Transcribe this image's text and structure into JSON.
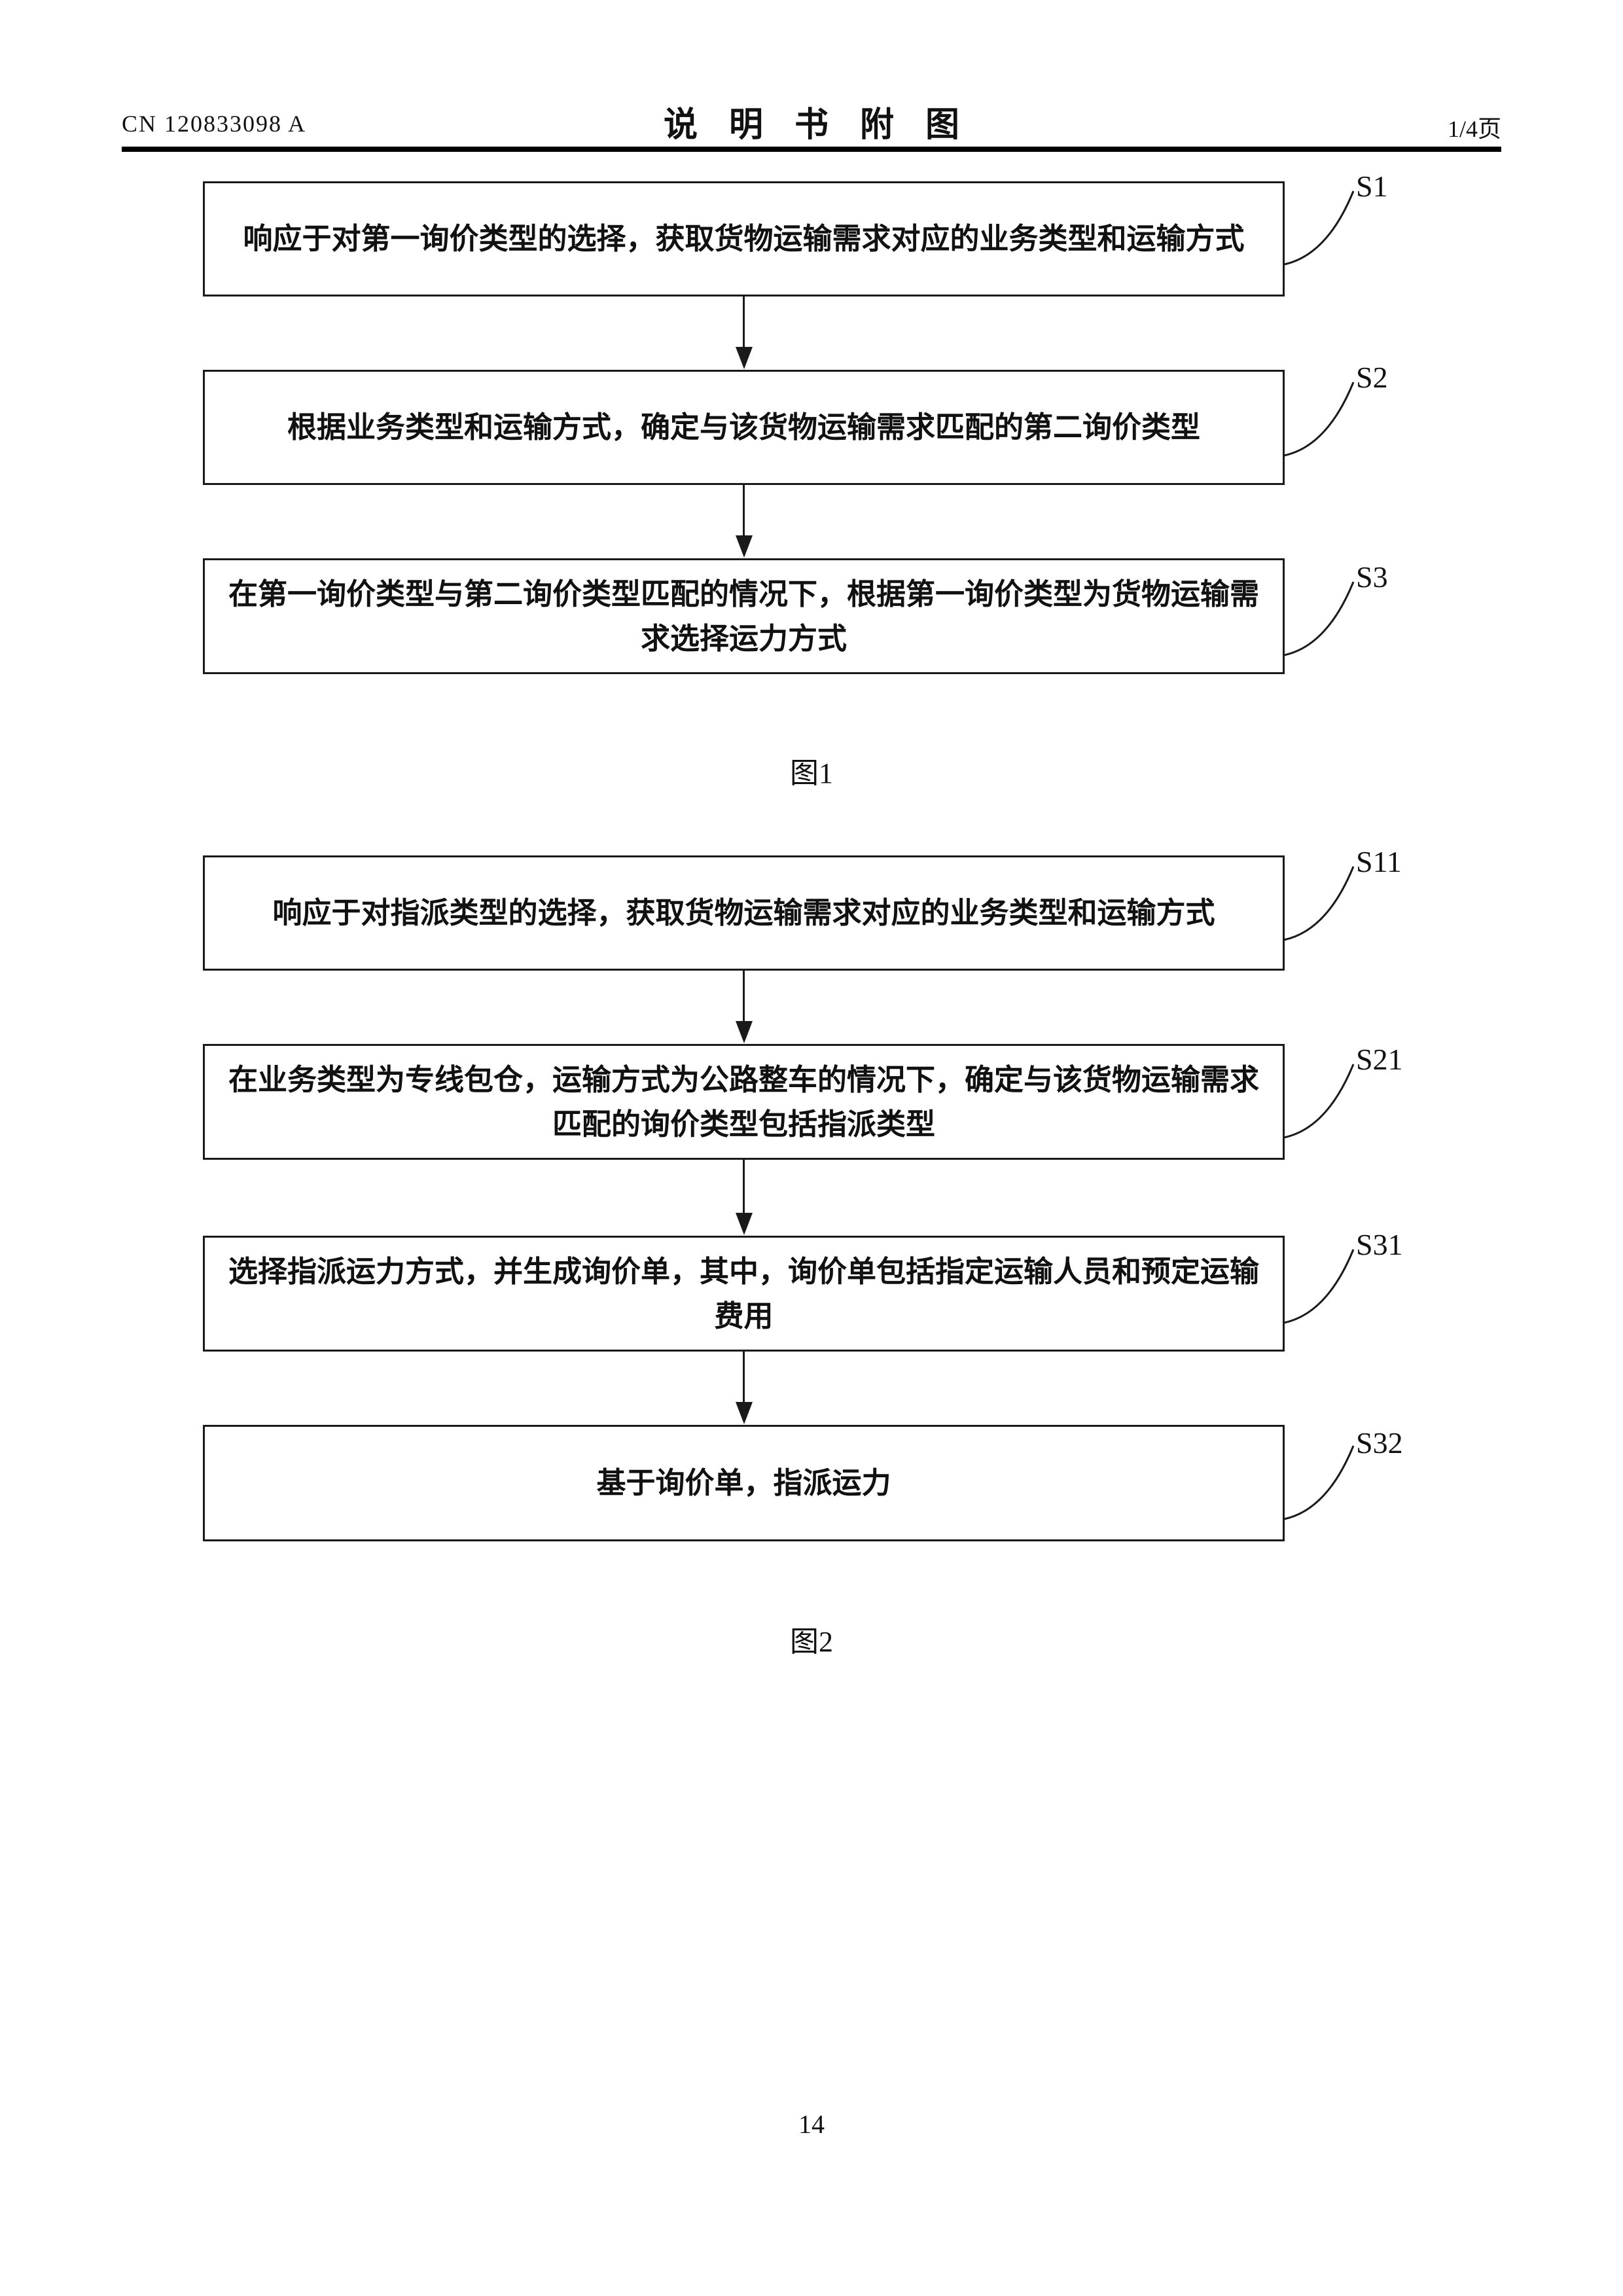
{
  "header": {
    "patent_number": "CN 120833098 A",
    "title": "说明书附图",
    "page_indicator": "1/4页"
  },
  "figure1": {
    "caption": "图1",
    "steps": [
      {
        "label": "S1",
        "text": "响应于对第一询价类型的选择，获取货物运输需求对应的业务类型和运输方式"
      },
      {
        "label": "S2",
        "text": "根据业务类型和运输方式，确定与该货物运输需求匹配的第二询价类型"
      },
      {
        "label": "S3",
        "text": "在第一询价类型与第二询价类型匹配的情况下，根据第一询价类型为货物运输需求选择运力方式"
      }
    ]
  },
  "figure2": {
    "caption": "图2",
    "steps": [
      {
        "label": "S11",
        "text": "响应于对指派类型的选择，获取货物运输需求对应的业务类型和运输方式"
      },
      {
        "label": "S21",
        "text": "在业务类型为专线包仓，运输方式为公路整车的情况下，确定与该货物运输需求匹配的询价类型包括指派类型"
      },
      {
        "label": "S31",
        "text": "选择指派运力方式，并生成询价单，其中，询价单包括指定运输人员和预定运输费用"
      },
      {
        "label": "S32",
        "text": "基于询价单，指派运力"
      }
    ]
  },
  "footer": {
    "page_number": "14"
  }
}
